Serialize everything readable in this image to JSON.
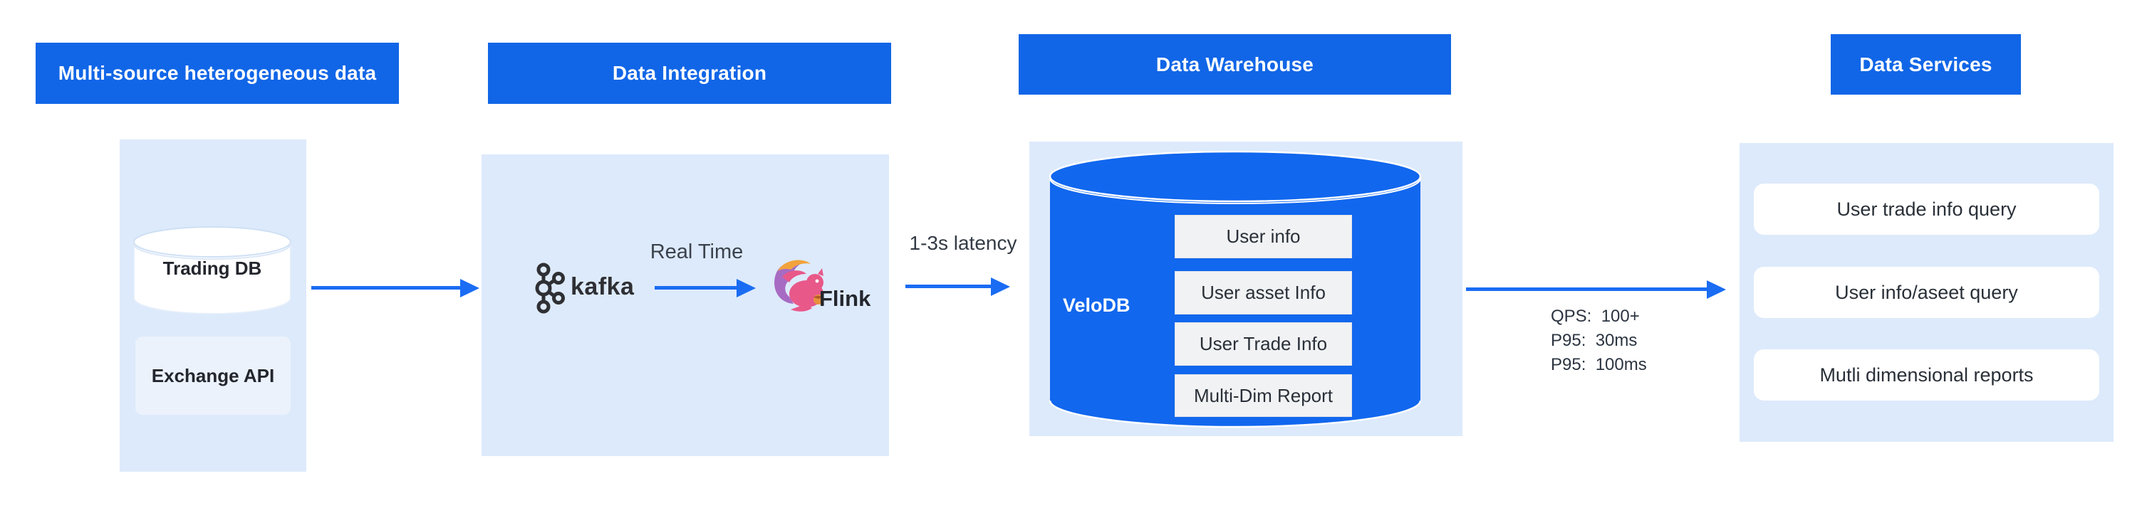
{
  "colors": {
    "header_blue": "#1066E6",
    "cylinder_blue": "#1168EE",
    "panel_blue": "#DCEAFB",
    "arrow_blue": "#1A6DF2",
    "box_gray": "#F1F2F4",
    "text_dark": "#2A3038",
    "white": "#FFFFFF"
  },
  "headers": {
    "sources": "Multi-source heterogeneous data",
    "integration": "Data Integration",
    "warehouse": "Data Warehouse",
    "services": "Data Services"
  },
  "sources": {
    "trading_db": "Trading DB",
    "exchange_api": "Exchange API"
  },
  "integration": {
    "kafka": "kafka",
    "flink": "Flink",
    "flow_label": "Real Time"
  },
  "warehouse": {
    "db_name": "VeloDB",
    "tables": [
      "User info",
      "User asset Info",
      "User Trade Info",
      "Multi-Dim Report"
    ]
  },
  "services": {
    "items": [
      "User trade info query",
      "User info/aseet query",
      "Mutli dimensional reports"
    ]
  },
  "flows": {
    "latency_label": "1-3s latency",
    "qps_lines": [
      "QPS:  100+",
      "P95:  30ms",
      "P95:  100ms"
    ]
  }
}
